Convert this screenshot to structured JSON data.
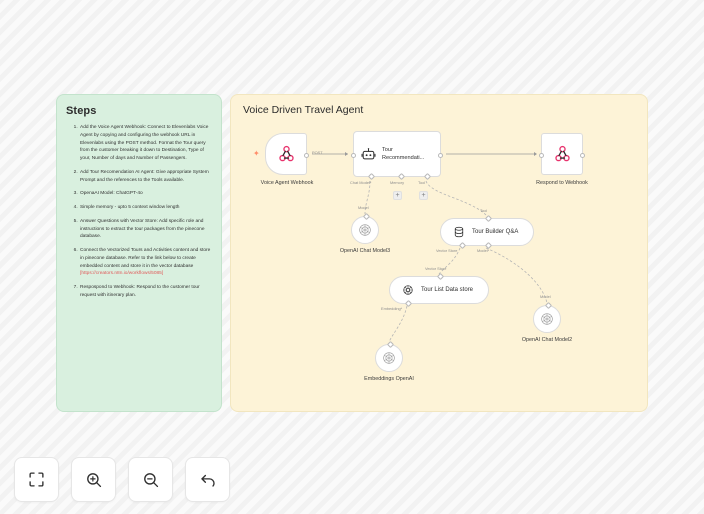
{
  "steps_note": {
    "title": "Steps",
    "items": [
      "Add the Voice Agent Webhook: Connect to Elevenlabs Voice Agent by copying and configuring the webhook URL in Elevenlabs using the POST method. Format the Tour query from the customer breaking it down to Destination, Type of your, Number of days and Number of Passengers.",
      "Add Tour Recomendation AI Agent: Give appropriate System Prompt and the references to the Tools available.",
      "OpenaAI Model: ChatGPT-4o",
      "Simple memory - upto 5 context window length",
      "Answer Questions with Vector Store: Add specific role and instructions to extract the tour packages from the pinecone database.",
      "Connect the Vectorized Tours and Activities content and store in pinecone database. Refer to the link below to create embedded content and store it in the vector database",
      "Respospond to Webhook: Respond to the customer tour request with itinerary plan."
    ],
    "link_text": "[https://creators.n8n.io/workflows/5085]",
    "link_color": "#e05b5b"
  },
  "canvas_note": {
    "title": "Voice Driven Travel Agent",
    "background": "#fdf3d7"
  },
  "workflow": {
    "nodes": [
      {
        "id": "webhook",
        "label": "Voice Agent Webhook",
        "icon": "n8n-webhook-icon",
        "output_port_label": "POST"
      },
      {
        "id": "agent",
        "label": "",
        "icon": "robot-icon",
        "title_line1": "Tour",
        "title_line2": "Recommendati...",
        "sub_ports": [
          "Chat Model*",
          "Memory",
          "Tool"
        ]
      },
      {
        "id": "respond",
        "label": "Respond to Webhook",
        "icon": "n8n-webhook-icon"
      },
      {
        "id": "chat3",
        "label": "OpenAI Chat Model3",
        "icon": "openai-icon",
        "top_port_label": "Model"
      },
      {
        "id": "tourbuilder",
        "label": "Tour Builder Q&A",
        "icon": "database-icon",
        "top_port_label": "Tool",
        "sub_ports": [
          "Vector Store",
          "Model*"
        ]
      },
      {
        "id": "tourlist",
        "label": "Tour List Data store",
        "icon": "pinecone-icon",
        "top_port_label": "Vector Store",
        "sub_ports": [
          "Embedding*"
        ]
      },
      {
        "id": "embed",
        "label": "Embeddings OpenAI",
        "icon": "openai-icon"
      },
      {
        "id": "chat2",
        "label": "OpenAI Chat Model2",
        "icon": "openai-icon",
        "top_port_label": "Model"
      }
    ]
  },
  "toolbar": {
    "buttons": [
      {
        "name": "fit-to-view-button",
        "icon": "fit-screen-icon"
      },
      {
        "name": "zoom-in-button",
        "icon": "zoom-in-icon"
      },
      {
        "name": "zoom-out-button",
        "icon": "zoom-out-icon"
      },
      {
        "name": "reset-zoom-button",
        "icon": "undo-icon"
      }
    ]
  }
}
